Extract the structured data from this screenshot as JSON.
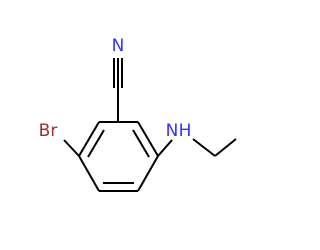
{
  "molecule": {
    "atoms": {
      "nitrile_n": {
        "symbol": "N",
        "color": "#3333ff"
      },
      "bromine": {
        "symbol": "Br",
        "color": "#a52a2a"
      },
      "amine_n": {
        "symbol": "N",
        "color": "#3333ff"
      },
      "amine_h": {
        "symbol": "H",
        "color": "#3333ff"
      }
    }
  }
}
